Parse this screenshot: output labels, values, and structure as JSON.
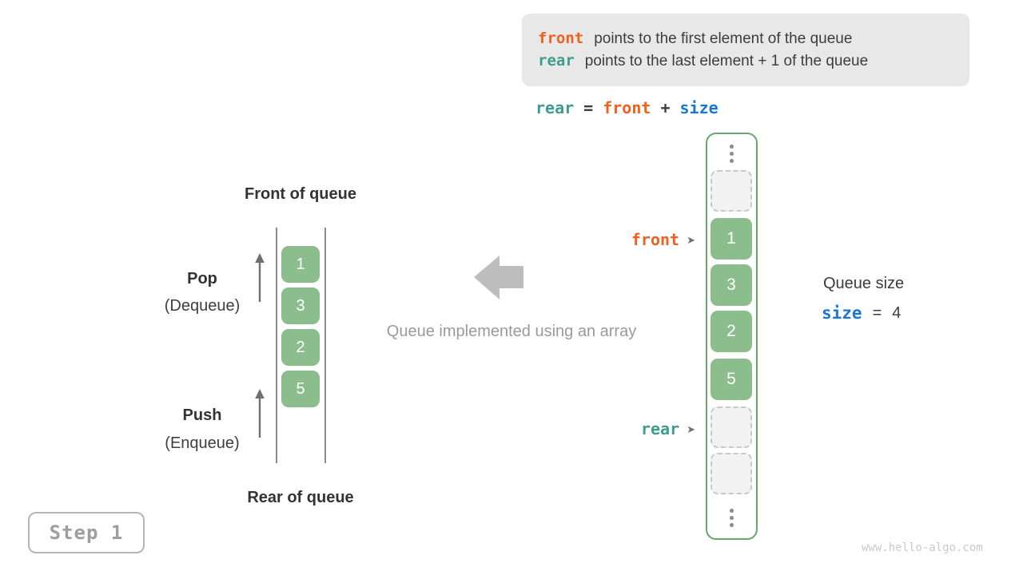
{
  "legend": {
    "line1_code": "front",
    "line1_text": "points to the first element of the queue",
    "line2_code": "rear",
    "line2_text": "points to the last element + 1 of the queue"
  },
  "formula": {
    "lhs": "rear",
    "equals": "=",
    "rhs1": "front",
    "plus": "+",
    "rhs2": "size"
  },
  "left_queue": {
    "front_label": "Front of queue",
    "rear_label": "Rear of queue",
    "pop_label": "Pop",
    "pop_sublabel": "(Dequeue)",
    "push_label": "Push",
    "push_sublabel": "(Enqueue)",
    "values": [
      "1",
      "3",
      "2",
      "5"
    ]
  },
  "center": {
    "caption": "Queue implemented using an array"
  },
  "array_view": {
    "values": [
      "1",
      "3",
      "2",
      "5"
    ],
    "front_pointer_label": "front",
    "rear_pointer_label": "rear"
  },
  "size_panel": {
    "title": "Queue size",
    "var": "size",
    "equals": "=",
    "value": "4"
  },
  "step_badge": {
    "label": "Step 1"
  },
  "watermark": "www.hello-algo.com",
  "icons": {
    "pointer_right": "➤"
  },
  "colors": {
    "orange": "#f2601d",
    "teal": "#3d9c8d",
    "blue": "#1a78d2",
    "green": "#8cbd8c",
    "green_border": "#67a868",
    "legend_bg": "#e8e8e8"
  }
}
